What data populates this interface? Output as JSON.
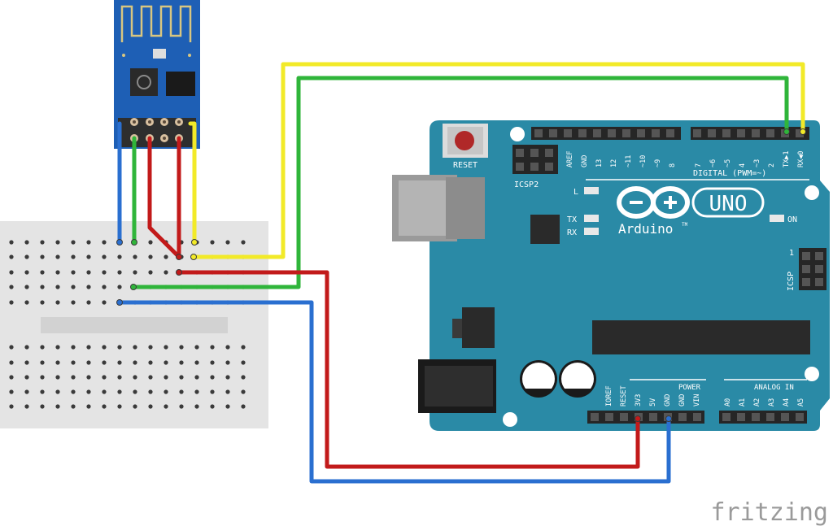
{
  "colors": {
    "board": "#2a8aa6",
    "board_dark": "#1f6f88",
    "esp_board": "#1e5fb5",
    "breadboard": "#e4e4e4",
    "wire_yellow": "#f2ea28",
    "wire_green": "#2fb53a",
    "wire_red": "#c21a1a",
    "wire_blue": "#2a6fd0"
  },
  "arduino": {
    "reset_label": "RESET",
    "icsp2_label": "ICSP2",
    "icsp_label": "ICSP",
    "icsp_pin1": "1",
    "digital_label": "DIGITAL (PWM=~)",
    "led_l": "L",
    "led_tx": "TX",
    "led_rx": "RX",
    "led_on": "ON",
    "logo_text": "Arduino",
    "tm": "TM",
    "model": "UNO",
    "power_label": "POWER",
    "analog_label": "ANALOG IN",
    "digital_pins_left": [
      "AREF",
      "GND",
      "13",
      "12",
      "~11",
      "~10",
      "~9",
      "8"
    ],
    "digital_pins_right": [
      "7",
      "~6",
      "~5",
      "4",
      "~3",
      "2",
      "TX▶1",
      "RX◀0"
    ],
    "power_pins": [
      "IOREF",
      "RESET",
      "3V3",
      "5V",
      "GND",
      "GND",
      "VIN"
    ],
    "analog_pins": [
      "A0",
      "A1",
      "A2",
      "A3",
      "A4",
      "A5"
    ]
  },
  "watermark": "fritzing"
}
